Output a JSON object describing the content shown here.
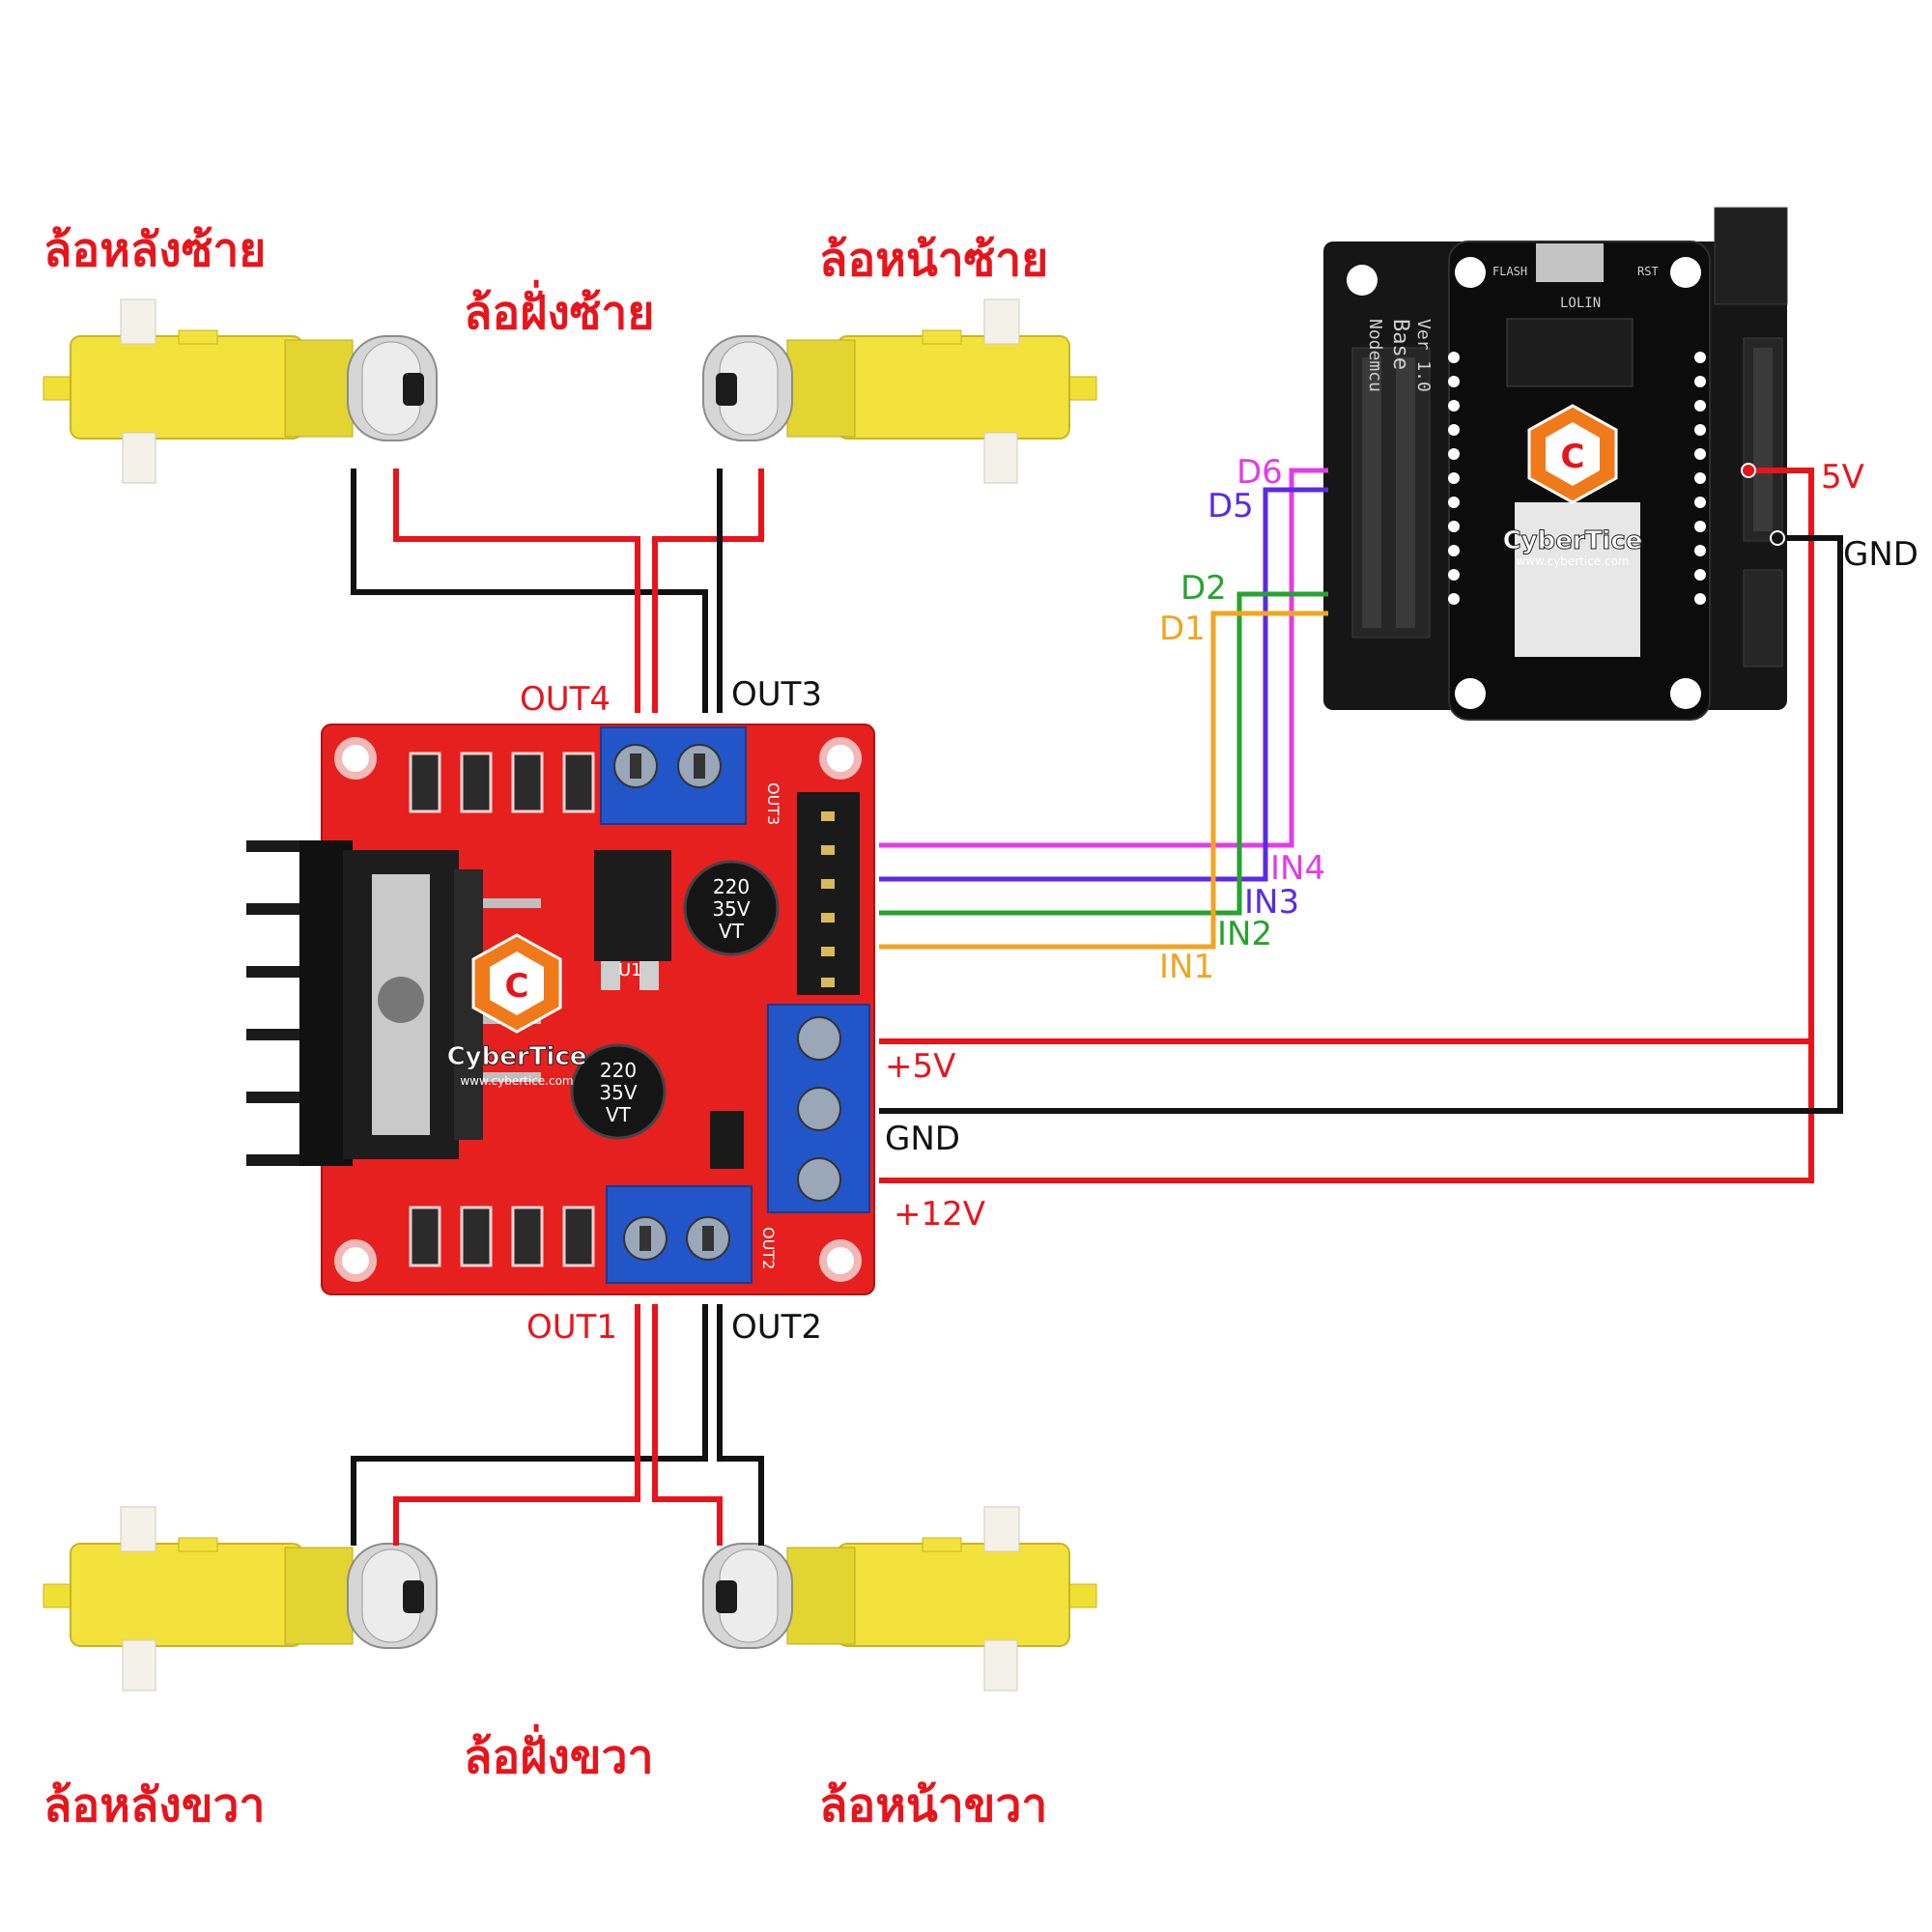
{
  "wheel_labels": {
    "left_rear": "ล้อหลังซ้าย",
    "left_side": "ล้อฝั่งซ้าย",
    "left_front": "ล้อหน้าซ้าย",
    "right_rear": "ล้อหลังขวา",
    "right_side": "ล้อฝั่งขวา",
    "right_front": "ล้อหน้าขวา"
  },
  "driver_labels": {
    "out1": "OUT1",
    "out2": "OUT2",
    "out3": "OUT3",
    "out4": "OUT4",
    "in1": "IN1",
    "in2": "IN2",
    "in3": "IN3",
    "in4": "IN4",
    "plus5v": "+5V",
    "gnd": "GND",
    "plus12v": "+12V"
  },
  "mcu_labels": {
    "d1": "D1",
    "d2": "D2",
    "d5": "D5",
    "d6": "D6",
    "v5": "5V",
    "gnd": "GND"
  },
  "board_print": {
    "title1": "Nodemcu",
    "title2": "Base",
    "title3": "Ver 1.0",
    "cap": "220",
    "cap_v": "35V",
    "cap_vt": "VT",
    "u1": "U1",
    "out2": "OUT2",
    "out3": "OUT3",
    "lolin": "LOLIN",
    "rst": "RST",
    "flash": "FLASH"
  },
  "brand": {
    "name": "CyberTice",
    "url": "www.cybertice.com"
  },
  "colors": {
    "wire_red": "#e8141b",
    "wire_black": "#111111",
    "wire_magenta": "#e33ce6",
    "wire_purple": "#5a2be3",
    "wire_green": "#27a32f",
    "wire_orange": "#f2a520",
    "board_red": "#e5201f",
    "terminal_blue": "#2255c8",
    "motor_yellow": "#f3e23b"
  }
}
